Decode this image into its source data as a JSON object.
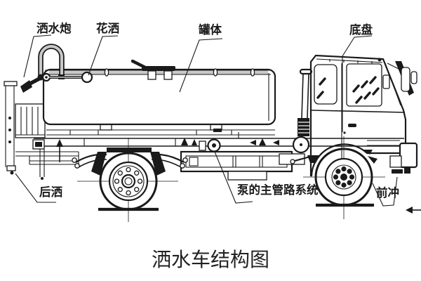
{
  "title": {
    "text": "洒水车结构图"
  },
  "labels": {
    "water_cannon": "洒水炮",
    "flower_sprinkler": "花洒",
    "tank_body": "罐体",
    "chassis": "底盘",
    "rear_spray": "后洒",
    "pump_main_pipeline": "泵的主管路系统",
    "front_flush": "前冲"
  },
  "colors": {
    "line": "#1a1a1a",
    "background": "#ffffff",
    "pipe_gray": "#c8c8c8"
  }
}
